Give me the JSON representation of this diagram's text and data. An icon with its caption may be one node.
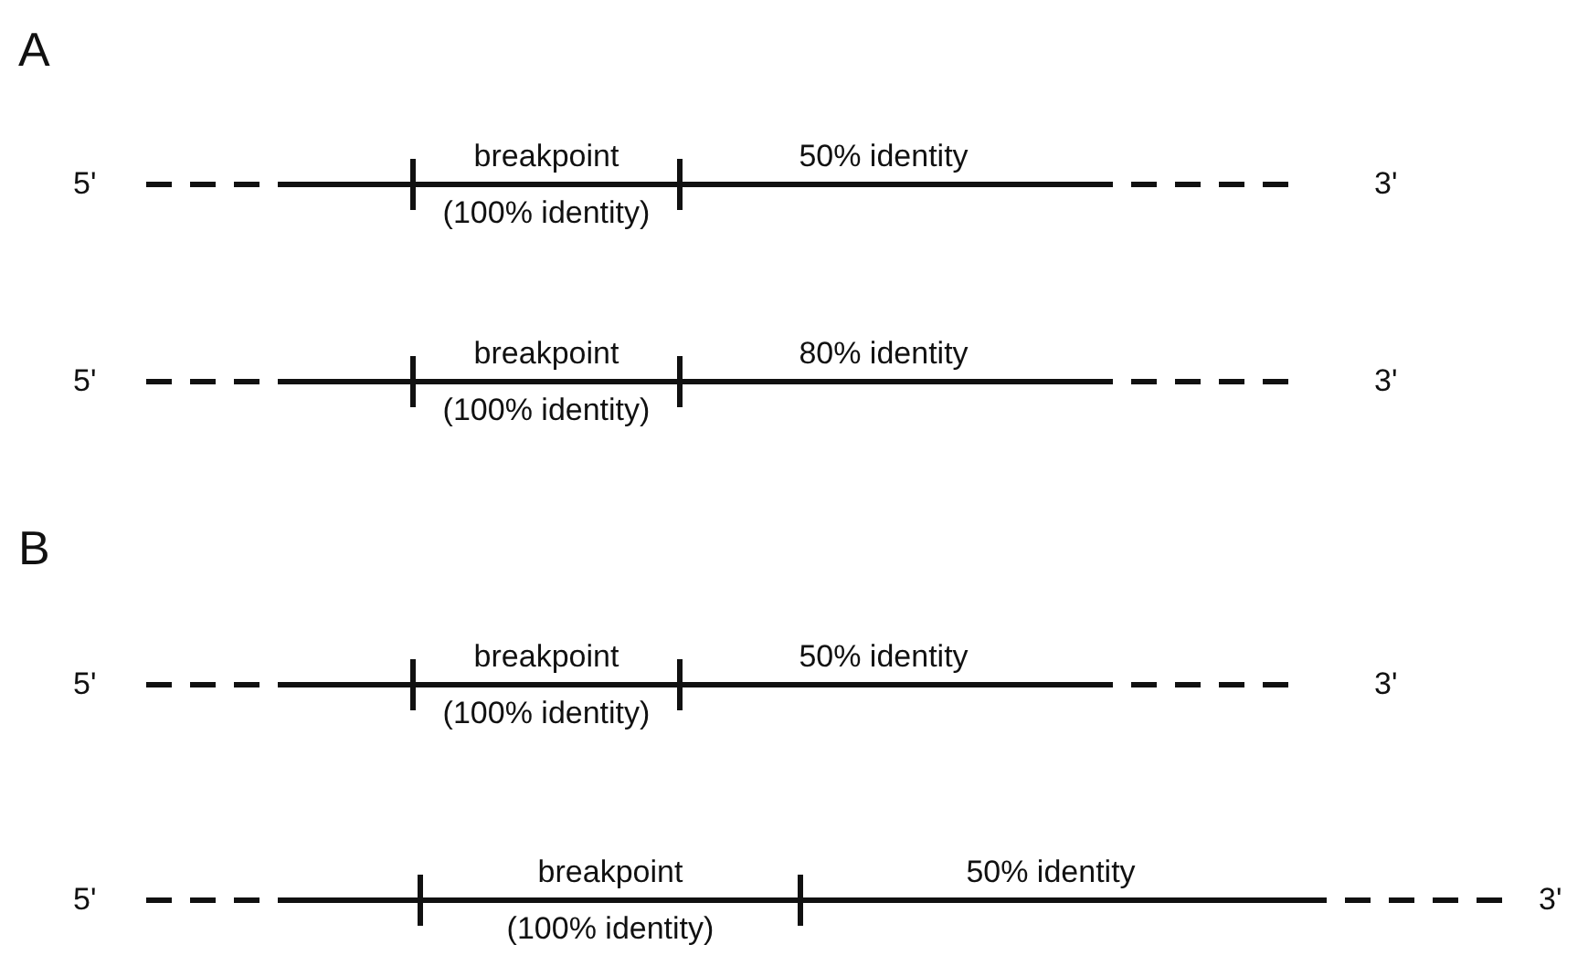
{
  "diagram": {
    "labels": [
      "A",
      "5'",
      "breakpoint",
      "50% identity",
      "3'",
      "(100% identity)",
      "5'",
      "breakpoint",
      "80% identity",
      "3'",
      "(100% identity)",
      "B",
      "5'",
      "breakpoint",
      "50% identity",
      "3'",
      "(100% identity)",
      "5'",
      "breakpoint",
      "50% identity",
      "3'",
      "(100% identity)"
    ]
  }
}
